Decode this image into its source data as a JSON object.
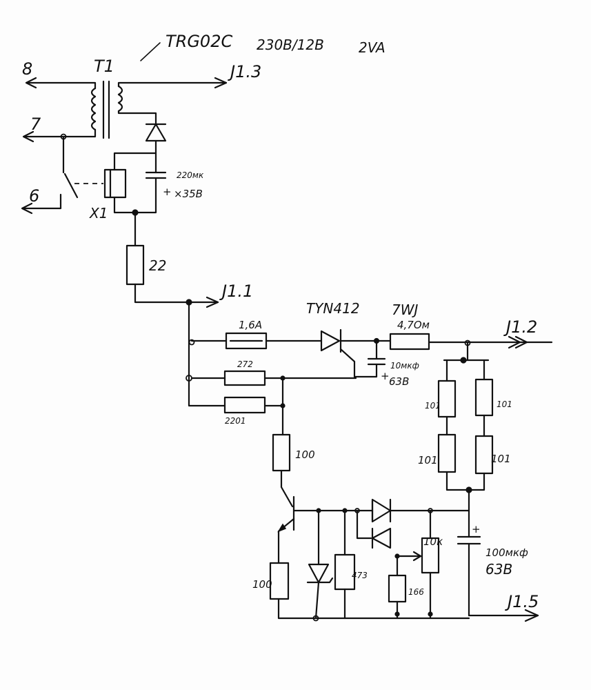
{
  "header": {
    "transformer_model": "TRG02C",
    "transformer_ratio": "230B/12B",
    "transformer_power": "2VA"
  },
  "labels": {
    "transformer": "T1",
    "pin_8": "8",
    "pin_7": "7",
    "pin_6": "6",
    "relay": "X1",
    "cap_220": "220мк",
    "cap_220_voltage": "×35B",
    "plus_sign": "+",
    "res_22": "22",
    "out_j13": "J1.3",
    "out_j11": "J1.1",
    "out_j12": "J1.2",
    "out_j15": "J1.5",
    "fuse": "1,6A",
    "thyristor": "TYN412",
    "res_4r7_power": "7WJ",
    "res_4r7": "4,7Ом",
    "cap_10": "10мкф",
    "cap_10_voltage": "63B",
    "res_272": "272",
    "res_2201": "2201",
    "res_100_a": "100",
    "res_101_a": "101",
    "res_101_b": "101",
    "res_101_c": "101",
    "res_101_d": "101",
    "res_100_b": "100",
    "res_473": "473",
    "res_166": "166",
    "trimmer": "10к",
    "cap_100": "100мкф",
    "cap_100_voltage": "63B"
  }
}
